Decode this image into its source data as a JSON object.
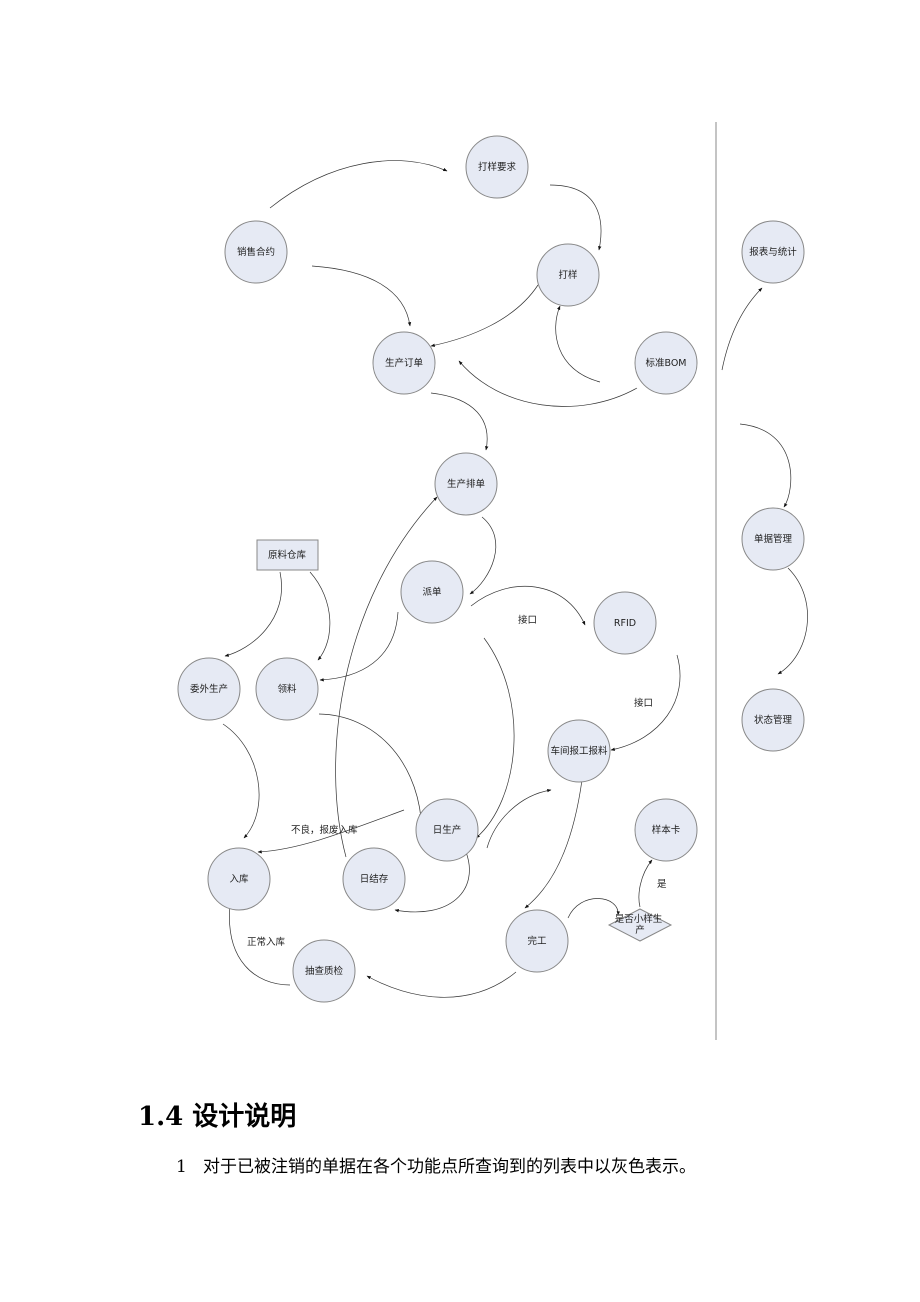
{
  "diagram": {
    "nodes": {
      "sales_contract": "销售合约",
      "sample_request": "打样要求",
      "sampling": "打样",
      "production_order": "生产订单",
      "standard_bom": "标准BOM",
      "production_scheduling": "生产排单",
      "raw_material_warehouse": "原料仓库",
      "dispatch": "派单",
      "rfid": "RFID",
      "outsourced_production": "委外生产",
      "material_requisition": "领料",
      "workshop_report": "车间报工报料",
      "daily_production": "日生产",
      "sample_card": "样本卡",
      "warehousing": "入库",
      "daily_balance": "日结存",
      "completion": "完工",
      "is_small_sample": "是否小样生产",
      "spot_check": "抽查质检",
      "reports_statistics": "报表与统计",
      "document_management": "单据管理",
      "status_management": "状态管理"
    },
    "edge_labels": {
      "interface_1": "接口",
      "interface_2": "接口",
      "defect_scrap": "不良，报废入库",
      "yes": "是",
      "normal_warehousing": "正常入库"
    }
  },
  "section": {
    "heading": "1.4 设计说明",
    "item_number": "1",
    "item_text": "对于已被注销的单据在各个功能点所查询到的列表中以灰色表示。"
  }
}
